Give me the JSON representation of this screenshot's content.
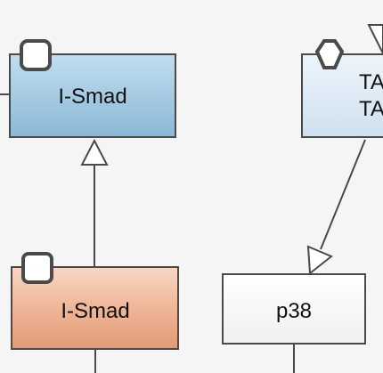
{
  "nodes": {
    "ismad_top": {
      "label": "I-Smad",
      "fill_top": "#b9d8ea",
      "fill_bottom": "#8fbcd8"
    },
    "tak": {
      "label_line1": "TA",
      "label_line2": "TA",
      "fill_top": "#e6f0f8",
      "fill_bottom": "#cfe2f0"
    },
    "ismad_bottom": {
      "label": "I-Smad",
      "fill_top": "#f6cdb8",
      "fill_bottom": "#e4a07e"
    },
    "p38": {
      "label": "p38",
      "fill": "#ffffff"
    }
  },
  "colors": {
    "stroke": "#4a4a4a",
    "background": "#f5f5f5"
  }
}
